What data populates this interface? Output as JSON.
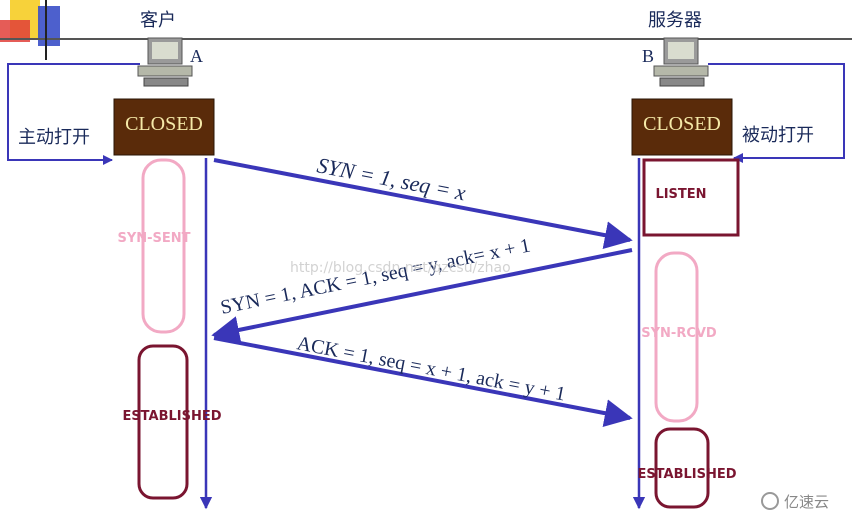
{
  "client": {
    "title": "客户",
    "node_letter": "A",
    "state": "CLOSED",
    "open_label": "主动打开",
    "states": [
      "SYN-SENT",
      "ESTABLISHED"
    ]
  },
  "server": {
    "title": "服务器",
    "node_letter": "B",
    "state": "CLOSED",
    "open_label": "被动打开",
    "states": [
      "LISTEN",
      "SYN-RCVD",
      "ESTABLISHED"
    ]
  },
  "messages": [
    {
      "label": "SYN = 1, seq = x",
      "direction": "client-to-server"
    },
    {
      "label": "SYN = 1, ACK = 1, seq = y, ack= x + 1",
      "direction": "server-to-client"
    },
    {
      "label": "ACK = 1, seq = x + 1, ack = y + 1",
      "direction": "client-to-server"
    }
  ],
  "watermark": "http://blog.csdn.net/qzcsu/zhao",
  "brand": "亿速云",
  "colors": {
    "arrow": "#3a36b8",
    "closed_box": "#5a2b0a",
    "closed_text": "#f5e9a8",
    "sent_rcvd": "#f2a9c4",
    "established": "#7a1530",
    "listen": "#7a1530",
    "loop_line": "#3a36b8"
  }
}
